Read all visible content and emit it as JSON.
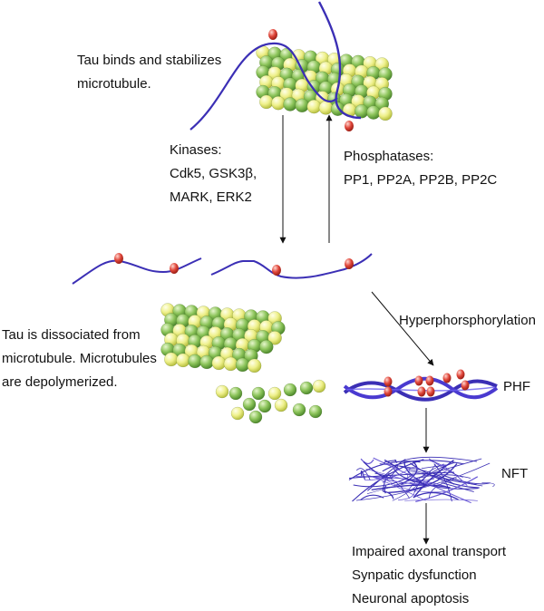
{
  "texts": {
    "tau_binds": [
      "Tau binds and stabilizes",
      "microtubule."
    ],
    "kinases": [
      "Kinases:",
      "Cdk5, GSK3β,",
      "MARK, ERK2"
    ],
    "phosphatases": [
      "Phosphatases:",
      "PP1, PP2A, PP2B, PP2C"
    ],
    "tau_dissociated": [
      "Tau is dissociated from",
      "microtubule. Microtubules",
      "are depolymerized."
    ],
    "hyperphosphorylation": "Hyperphorsphorylation",
    "phf": "PHF",
    "nft": "NFT",
    "outcomes": [
      "Impaired axonal transport",
      "Synpatic dysfunction",
      "Neuronal apoptosis"
    ]
  },
  "colors": {
    "tau_strand": "#3b2fb5",
    "phosphate": "#e0463a",
    "tubulin_light": "#eef08a",
    "tubulin_dark": "#8cc45a",
    "text": "#111111"
  }
}
